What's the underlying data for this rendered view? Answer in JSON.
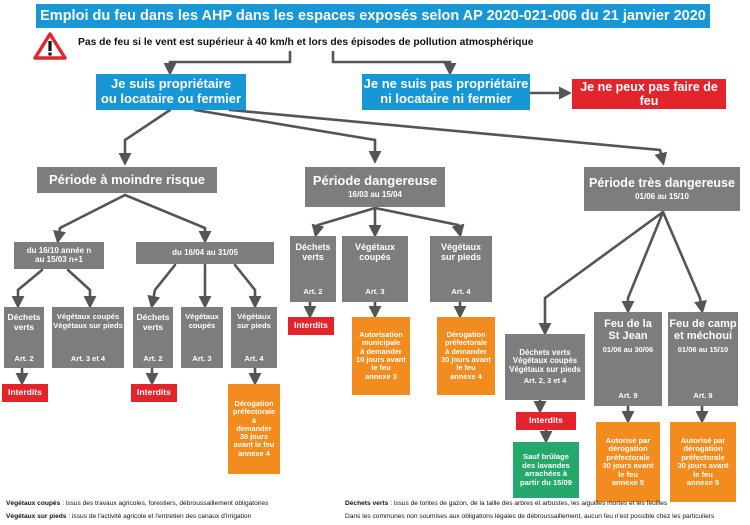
{
  "header": {
    "title": "Emploi du feu dans les AHP dans les espaces exposés selon AP 2020-021-006 du 21 janvier 2020",
    "warning": "Pas de feu si le vent est supérieur à 40 km/h et lors des épisodes de pollution atmosphérique",
    "warning_icon": "warning-triangle-icon"
  },
  "owner": {
    "yes_line1": "Je suis propriétaire",
    "yes_line2": "ou locataire ou fermier",
    "no_line1": "Je ne suis pas propriétaire",
    "no_line2": "ni locataire ni fermier",
    "no_result": "Je ne peux pas faire de feu"
  },
  "periods": {
    "low": {
      "title": "Période à moindre risque",
      "sub_a_line1": "du 16/10 année n",
      "sub_a_line2": "au 15/03 n+1",
      "sub_b": "du 16/04 au 31/05",
      "a_dechets_label1": "Déchets",
      "a_dechets_label2": "verts",
      "a_dechets_art": "Art. 2",
      "a_dechets_result": "Interdits",
      "a_veg_label1": "Végétaux coupés",
      "a_veg_label2": "Végétaux sur pieds",
      "a_veg_art": "Art. 3 et 4",
      "b_dechets_label1": "Déchets",
      "b_dechets_label2": "verts",
      "b_dechets_art": "Art. 2",
      "b_dechets_result": "Interdits",
      "b_coupes_label1": "Végétaux",
      "b_coupes_label2": "coupés",
      "b_coupes_art": "Art. 3",
      "b_pieds_label1": "Végétaux",
      "b_pieds_label2": "sur pieds",
      "b_pieds_art": "Art. 4",
      "b_pieds_result": [
        "Dérogation",
        "préfectorale",
        "à",
        "demander",
        "30 jours",
        "avant le feu",
        "annexe 4"
      ]
    },
    "dangerous": {
      "title": "Période dangereuse",
      "dates": "16/03 au 15/04",
      "dechets_label1": "Déchets",
      "dechets_label2": "verts",
      "dechets_art": "Art. 2",
      "dechets_result": "Interdits",
      "coupes_label1": "Végétaux",
      "coupes_label2": "coupés",
      "coupes_art": "Art. 3",
      "coupes_result": [
        "Autorisation",
        "municipale",
        "à demander",
        "10 jours avant",
        "le feu",
        "annexe 3"
      ],
      "pieds_label1": "Végétaux",
      "pieds_label2": "sur pieds",
      "pieds_art": "Art. 4",
      "pieds_result": [
        "Dérogation",
        "préfectorale",
        "à demander",
        "30 jours avant",
        "le feu",
        "annexe 4"
      ]
    },
    "very_dangerous": {
      "title": "Période très dangereuse",
      "dates": "01/06 au 15/10",
      "waste_label1": "Déchets verts",
      "waste_label2": "Végétaux coupés",
      "waste_label3": "Végétaux sur pieds",
      "waste_art": "Art. 2, 3 et 4",
      "waste_result": "Interdits",
      "waste_exception": [
        "Sauf brûlage",
        "des lavandes",
        "arrachées à",
        "partir du 15/09"
      ],
      "stjean_label1": "Feu de la",
      "stjean_label2": "St Jean",
      "stjean_dates": "01/06 au 30/06",
      "stjean_art": "Art. 9",
      "stjean_result": [
        "Autorisé par",
        "dérogation",
        "préfectorale",
        "30 jours avant",
        "le feu",
        "annexe 5"
      ],
      "camp_label1": "Feu de camp",
      "camp_label2": "et méchoui",
      "camp_dates": "01/06 au 15/10",
      "camp_art": "Art. 9",
      "camp_result": [
        "Autorisé par",
        "dérogation",
        "préfectorale",
        "30 jours avant",
        "le feu",
        "annexe 5"
      ]
    }
  },
  "footnotes": {
    "coupes_term": "Végétaux coupés",
    "coupes_def": " : issus des travaux agricoles, forestiers, débroussaillement obligatoires",
    "pieds_term": "Végétaux sur pieds",
    "pieds_def": " : issus de l'activité agricole et l'entretien des canaux d'irrigation",
    "dechets_term": "Déchets verts",
    "dechets_def": " : issus de tontes de gazon, de la taille des arbres et arbustes, les aiguilles mortes et les feuilles",
    "communes_note": "Dans les communes non soumises aux obligations légales de débroussaillement, aucun feu n'est possible chez les particuliers"
  },
  "colors": {
    "blue": "#1797d5",
    "grey": "#7d7d7d",
    "red": "#e3242b",
    "orange": "#f28c1e",
    "green": "#25a86b",
    "connector": "#555555"
  }
}
